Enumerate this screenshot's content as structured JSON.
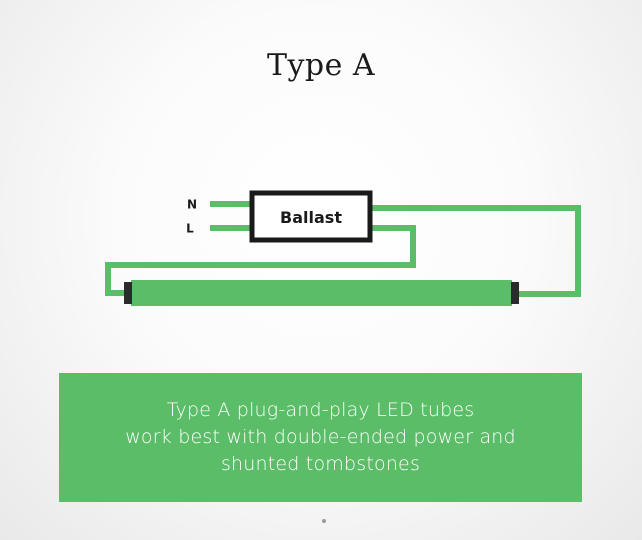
{
  "title": "Type A",
  "diagram": {
    "input_labels": [
      "N",
      "L"
    ],
    "ballast_label": "Ballast",
    "colors": {
      "wire": "#5cbd68",
      "tube": "#5cbd68",
      "endcap": "#2b2b2b",
      "ballast_border": "#1a1a1a"
    }
  },
  "caption": {
    "lines": [
      "Type A plug-and-play LED tubes",
      "work best with double-ended power and",
      "shunted tombstones"
    ],
    "background": "#5cbd68"
  }
}
